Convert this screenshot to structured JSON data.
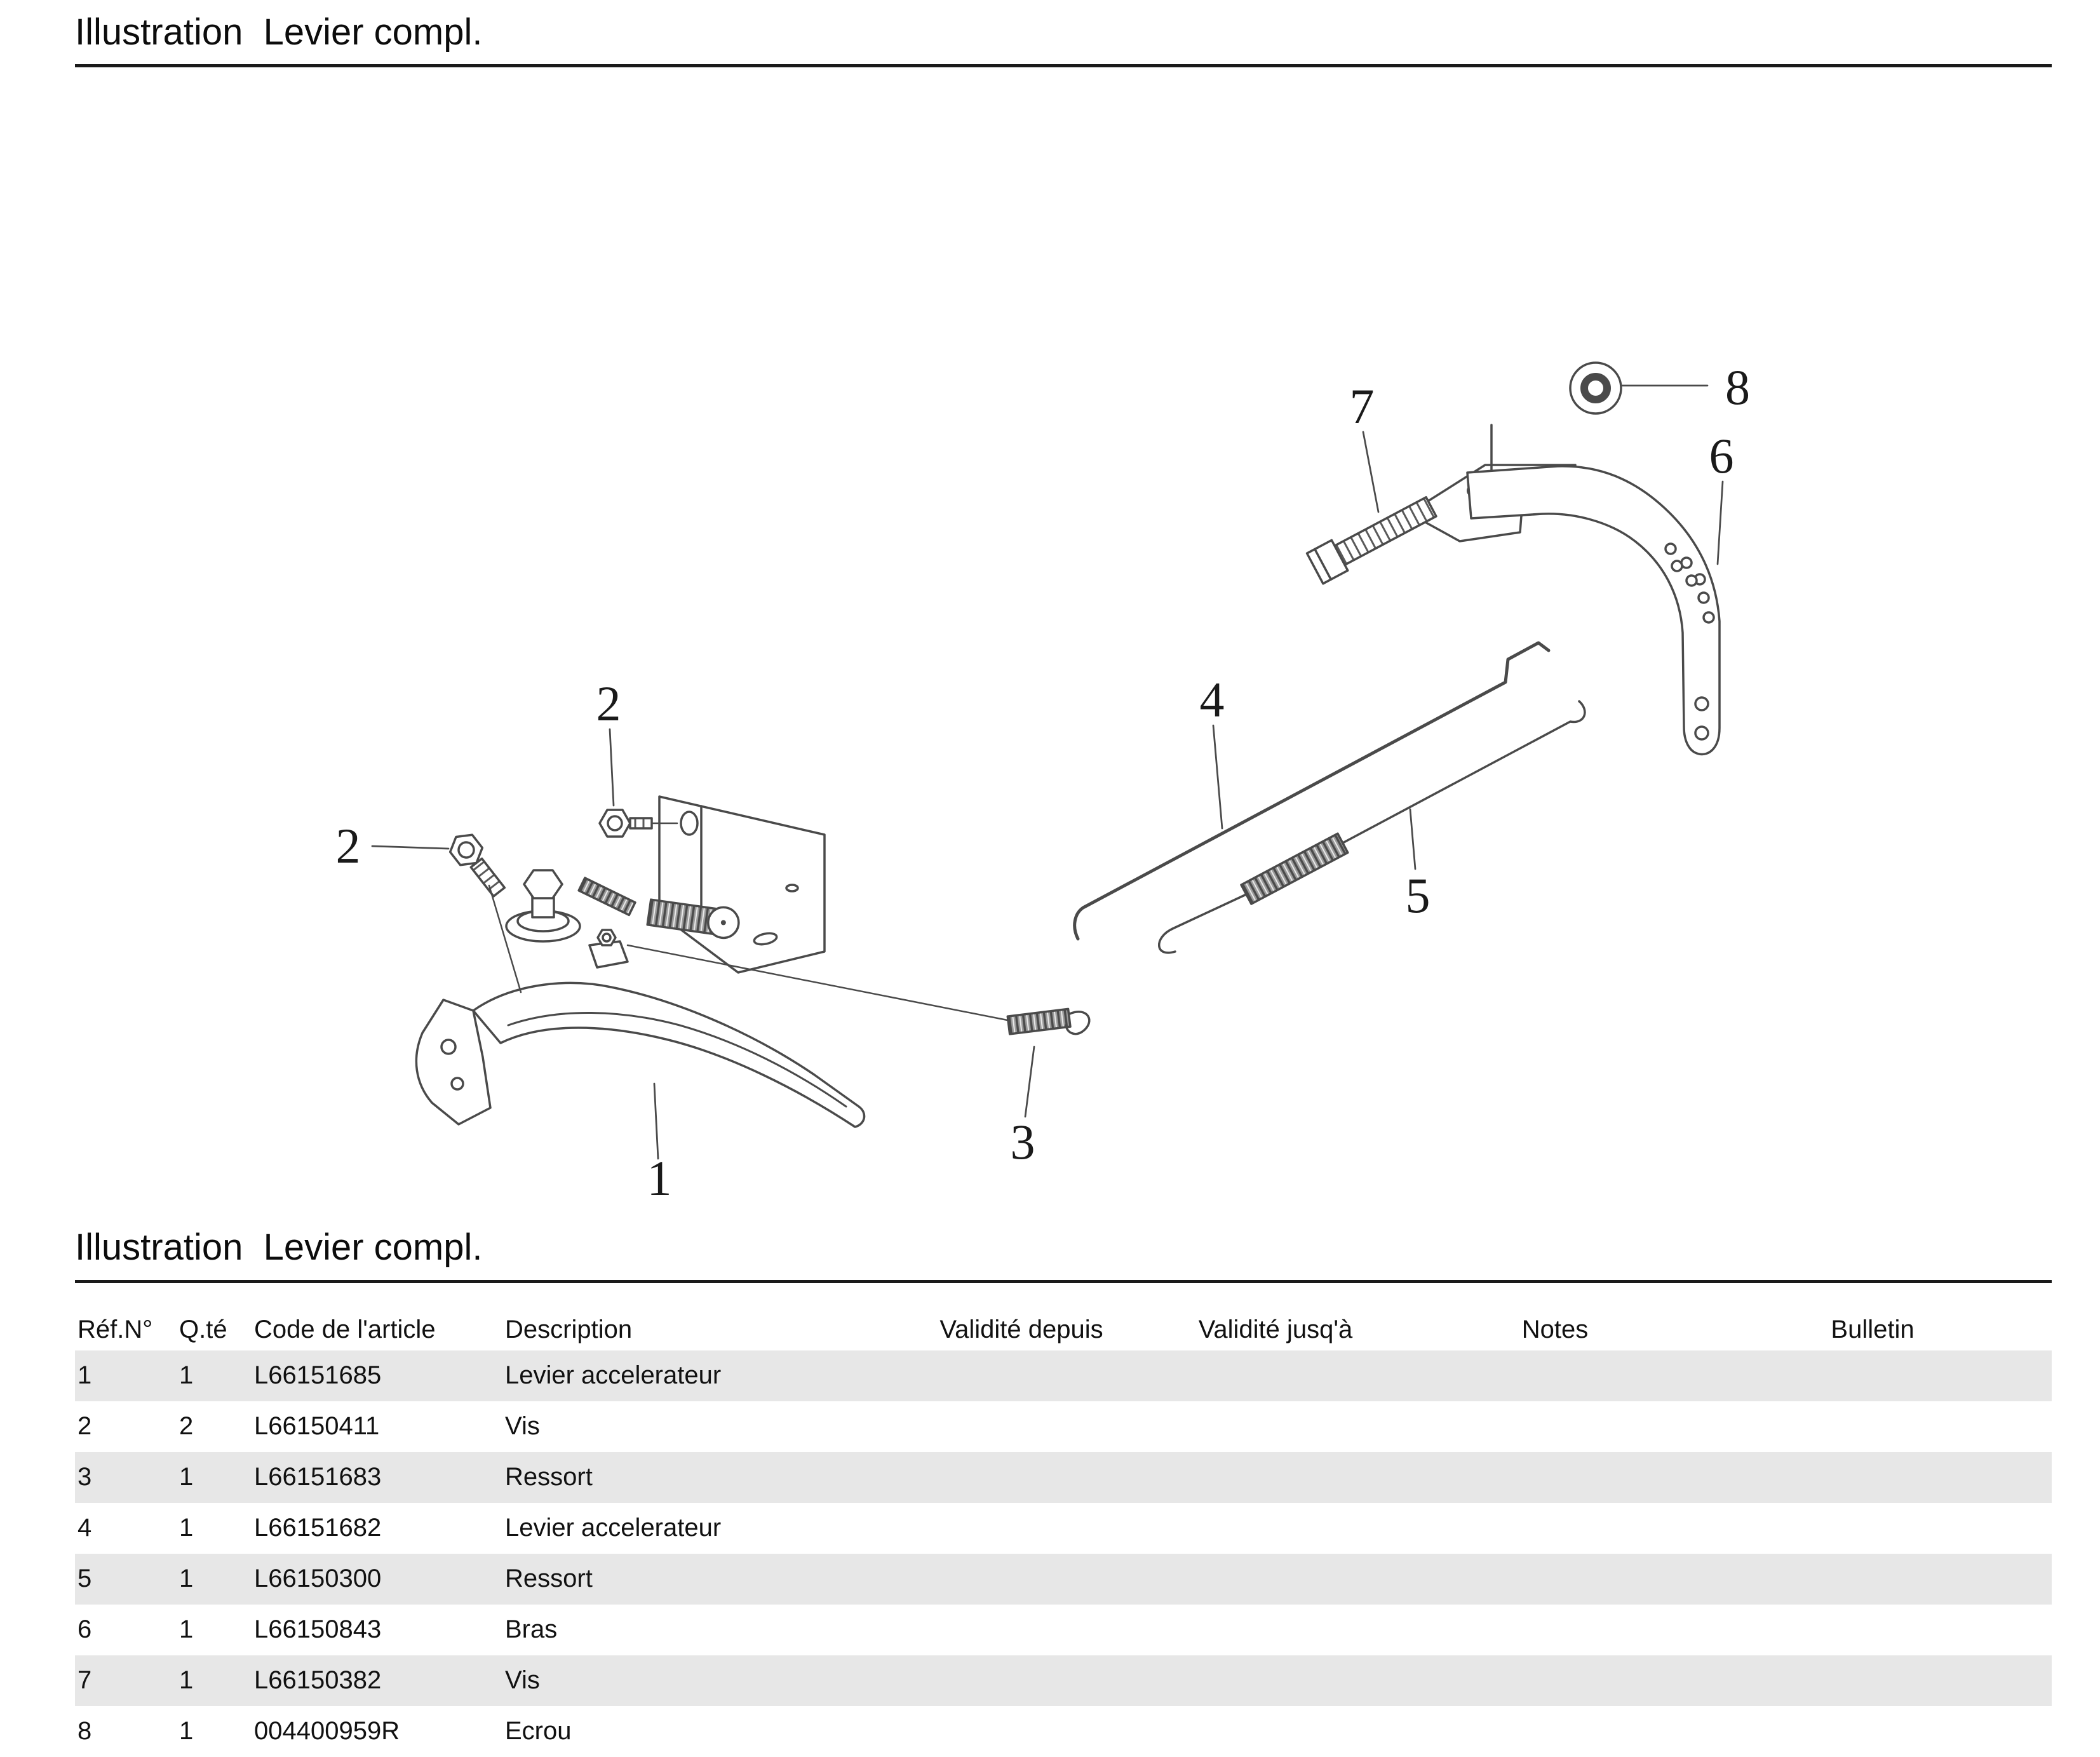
{
  "page": {
    "title": "Illustration  Levier compl.",
    "section_title": "Illustration  Levier compl."
  },
  "diagram": {
    "callouts": {
      "n1": "1",
      "n2": "2",
      "n3": "3",
      "n4": "4",
      "n5": "5",
      "n6": "6",
      "n7": "7",
      "n8": "8"
    }
  },
  "table": {
    "headers": {
      "ref": "Réf.N°",
      "qty": "Q.té",
      "code": "Code de l'article",
      "desc": "Description",
      "valid_from": "Validité depuis",
      "valid_to": "Validité jusq'à",
      "notes": "Notes",
      "bulletin": "Bulletin"
    },
    "rows": [
      {
        "ref": "1",
        "qty": "1",
        "code": "L66151685",
        "desc": "Levier accelerateur",
        "valid_from": "",
        "valid_to": "",
        "notes": "",
        "bulletin": ""
      },
      {
        "ref": "2",
        "qty": "2",
        "code": "L66150411",
        "desc": "Vis",
        "valid_from": "",
        "valid_to": "",
        "notes": "",
        "bulletin": ""
      },
      {
        "ref": "3",
        "qty": "1",
        "code": "L66151683",
        "desc": "Ressort",
        "valid_from": "",
        "valid_to": "",
        "notes": "",
        "bulletin": ""
      },
      {
        "ref": "4",
        "qty": "1",
        "code": "L66151682",
        "desc": "Levier accelerateur",
        "valid_from": "",
        "valid_to": "",
        "notes": "",
        "bulletin": ""
      },
      {
        "ref": "5",
        "qty": "1",
        "code": "L66150300",
        "desc": "Ressort",
        "valid_from": "",
        "valid_to": "",
        "notes": "",
        "bulletin": ""
      },
      {
        "ref": "6",
        "qty": "1",
        "code": "L66150843",
        "desc": "Bras",
        "valid_from": "",
        "valid_to": "",
        "notes": "",
        "bulletin": ""
      },
      {
        "ref": "7",
        "qty": "1",
        "code": "L66150382",
        "desc": "Vis",
        "valid_from": "",
        "valid_to": "",
        "notes": "",
        "bulletin": ""
      },
      {
        "ref": "8",
        "qty": "1",
        "code": "004400959R",
        "desc": "Ecrou",
        "valid_from": "",
        "valid_to": "",
        "notes": "",
        "bulletin": ""
      }
    ]
  },
  "colors": {
    "row_alt": "#e7e7e7",
    "rule": "#1a1a1a",
    "ink": "#111111",
    "line_art": "#4a4a4a"
  }
}
